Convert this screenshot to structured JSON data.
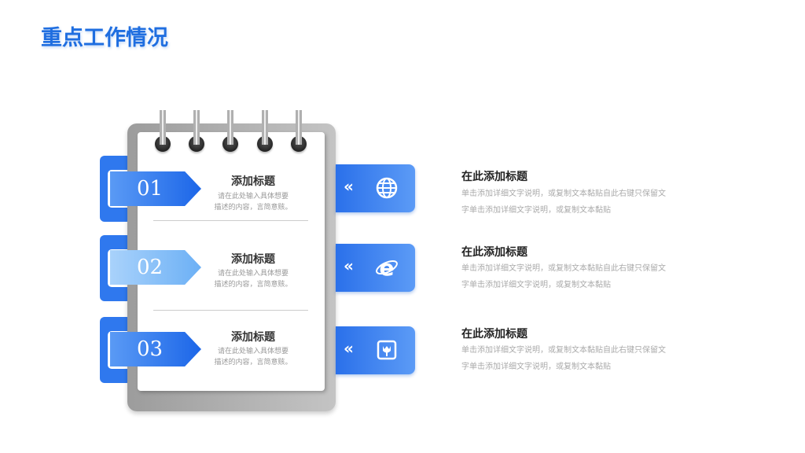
{
  "title": "重点工作情况",
  "items": [
    {
      "number": "01",
      "title": "添加标题",
      "desc_line1": "请在此处输入具体想要",
      "desc_line2": "描述的内容，言简意赅。",
      "icon": "globe-icon",
      "chevron": "«",
      "side_title": "在此添加标题",
      "side_line1": "单击添加详细文字说明，或复制文本黏贴自此右键只保留文",
      "side_line2": "字单击添加详细文字说明，或复制文本黏贴"
    },
    {
      "number": "02",
      "title": "添加标题",
      "desc_line1": "请在此处输入具体想要",
      "desc_line2": "描述的内容，言简意赅。",
      "icon": "internet-explorer-icon",
      "chevron": "«",
      "side_title": "在此添加标题",
      "side_line1": "单击添加详细文字说明，或复制文本黏贴自此右键只保留文",
      "side_line2": "字单击添加详细文字说明，或复制文本黏贴"
    },
    {
      "number": "03",
      "title": "添加标题",
      "desc_line1": "请在此处输入具体想要",
      "desc_line2": "描述的内容，言简意赅。",
      "icon": "flower-icon",
      "chevron": "«",
      "side_title": "在此添加标题",
      "side_line1": "单击添加详细文字说明，或复制文本黏贴自此右键只保留文",
      "side_line2": "字单击添加详细文字说明，或复制文本黏贴"
    }
  ],
  "colors": {
    "accent": "#1f6ee0",
    "tab": "#2f78ee",
    "tab_light": "#8cc2f8"
  }
}
